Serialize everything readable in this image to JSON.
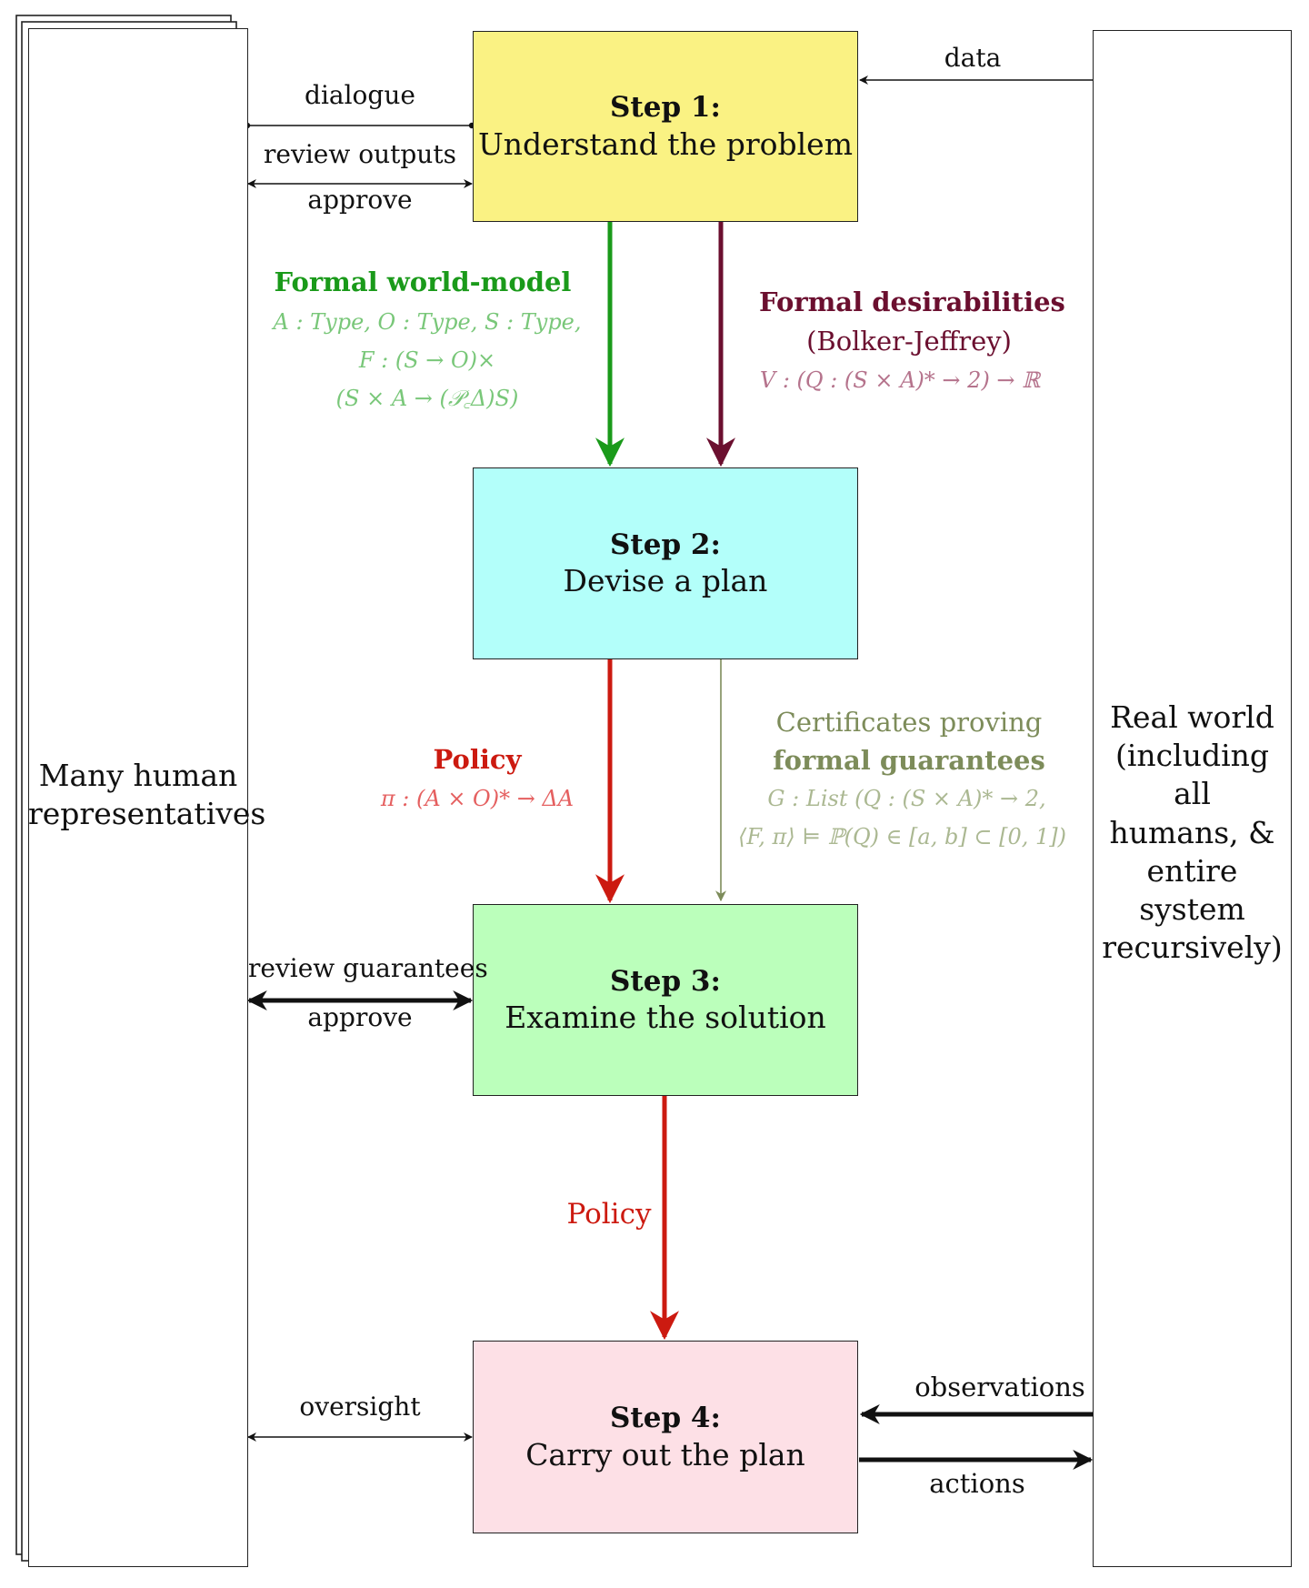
{
  "colors": {
    "step1": "#faf283",
    "step2": "#b3fffa",
    "step3": "#bbffbb",
    "step4": "#fde0e6",
    "green": "#1a9a1a",
    "light_green": "#79c779",
    "maroon": "#6b0f2f",
    "light_maroon": "#b5738c",
    "red": "#cc1a10",
    "light_red": "#e56060",
    "olive": "#7d8c5a",
    "light_olive": "#abb892"
  },
  "left_panel": {
    "label_line1": "Many human",
    "label_line2": "representatives"
  },
  "right_panel": {
    "label_line1": "Real world",
    "label_line2": "(including all",
    "label_line3": "humans, &",
    "label_line4": "entire system",
    "label_line5": "recursively)"
  },
  "steps": [
    {
      "title": "Step 1:",
      "subtitle": "Understand the problem"
    },
    {
      "title": "Step 2:",
      "subtitle": "Devise a plan"
    },
    {
      "title": "Step 3:",
      "subtitle": "Examine the solution"
    },
    {
      "title": "Step 4:",
      "subtitle": "Carry out the plan"
    }
  ],
  "edge_labels": {
    "data": "data",
    "dialogue": "dialogue",
    "review_outputs": "review outputs",
    "approve_1": "approve",
    "review_guarantees": "review guarantees",
    "approve_3": "approve",
    "oversight": "oversight",
    "observations": "observations",
    "actions": "actions"
  },
  "world_model": {
    "title": "Formal world-model",
    "line1": "A : Type, O : Type, S : Type,",
    "line2": "F : (S → O)×",
    "line3": "(S × A → (𝒫꜀Δ)S)"
  },
  "desirabilities": {
    "title": "Formal desirabilities",
    "line1": "(Bolker-Jeffrey)",
    "line2": "V : (Q : (S × A)* → 2) → ℝ"
  },
  "policy_2": {
    "title": "Policy",
    "line1": "π : (A × O)* → ΔA"
  },
  "certificates": {
    "line1": "Certificates proving",
    "title": "formal guarantees",
    "line2": "G : List (Q : (S × A)* → 2,",
    "line3": "⟨F, π⟩ ⊨ ℙ(Q) ∈ [a, b] ⊂ [0, 1])"
  },
  "policy_3": {
    "title": "Policy"
  }
}
